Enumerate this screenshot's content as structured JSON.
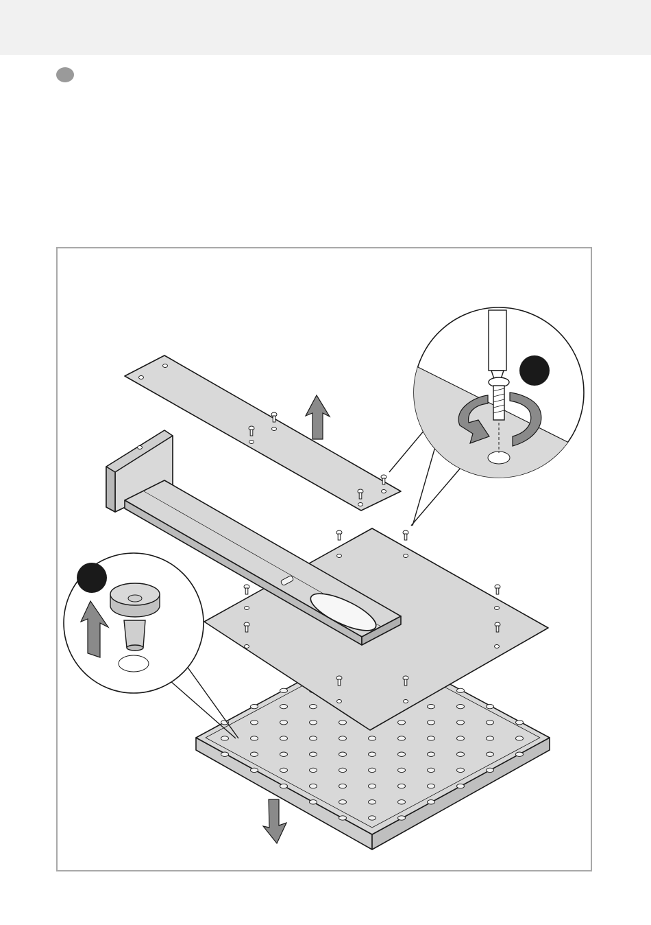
{
  "page": {
    "step_marker": {
      "color": "#9a9a9a"
    },
    "colors": {
      "panel_fill": "#d8d8d8",
      "panel_edge": "#bdbdbd",
      "arrow_fill": "#8a8a8a",
      "detail_bg": "#e3e3e3",
      "callout_marker": "#1a1a1a"
    }
  },
  "illustration": {
    "parts": [
      {
        "name": "cover-plate"
      },
      {
        "name": "wall-arm"
      },
      {
        "name": "mounting-plate"
      },
      {
        "name": "shower-head"
      }
    ],
    "detail_views": [
      {
        "name": "screw-detail",
        "icons": [
          "screwdriver-icon",
          "rotation-arrow-icon"
        ]
      },
      {
        "name": "nozzle-detail",
        "icons": [
          "nozzle-icon",
          "lift-arrow-icon"
        ]
      }
    ],
    "direction_arrows": [
      "up-arrow-icon",
      "down-arrow-icon"
    ]
  }
}
